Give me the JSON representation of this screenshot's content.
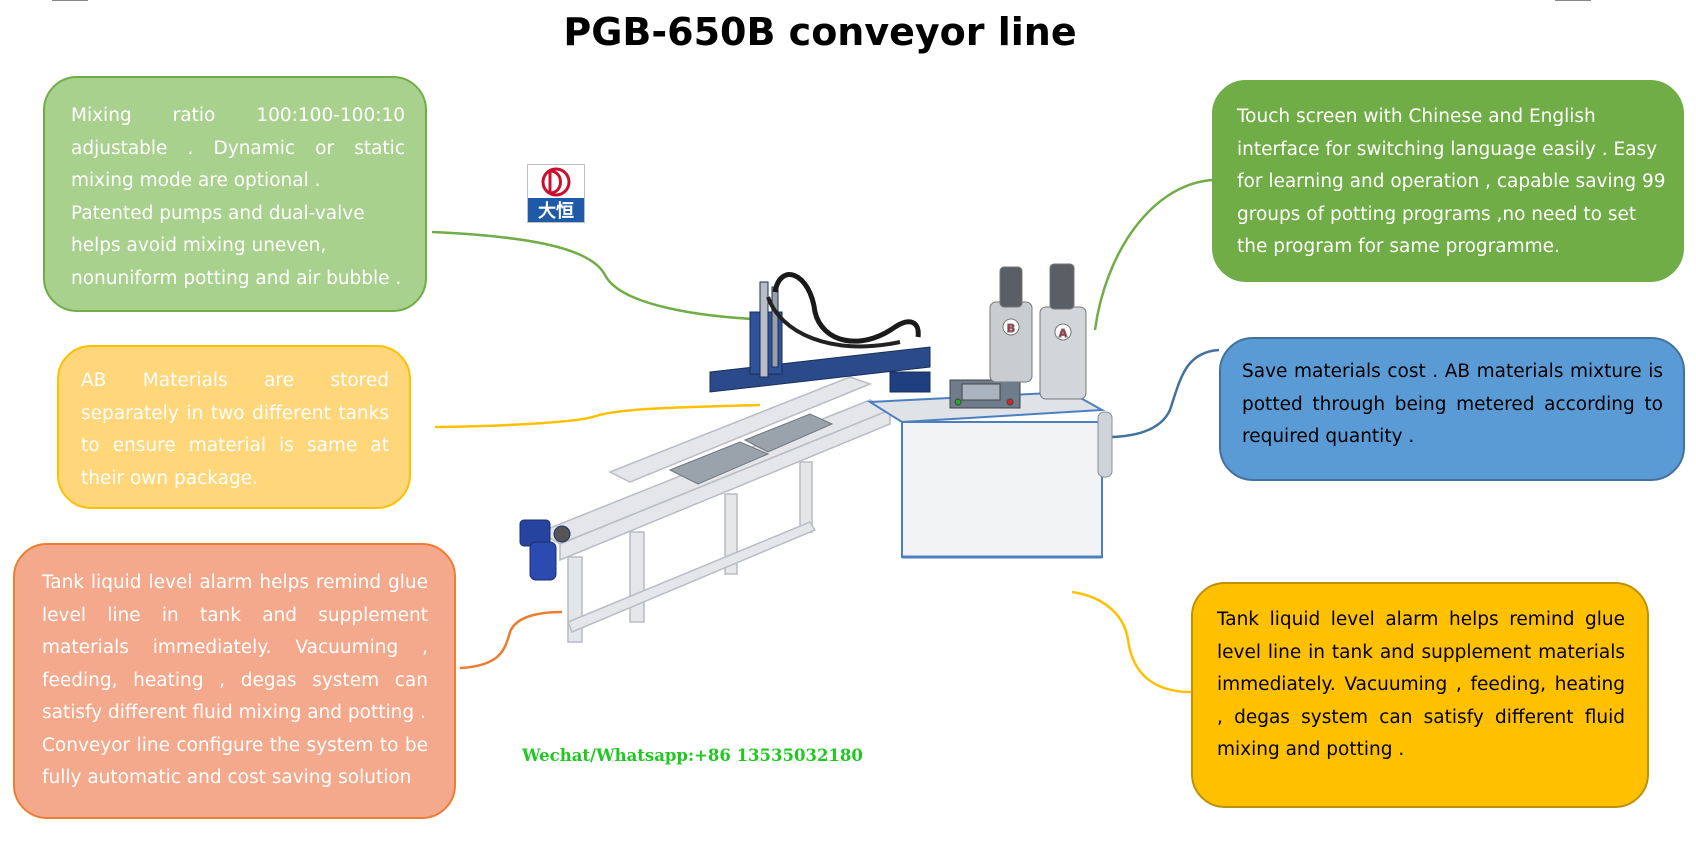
{
  "title": "PGB-650B conveyor line",
  "boxes": {
    "mixing": {
      "line1": "Mixing ratio 100:100-100:10 adjustable . Dynamic or static mixing mode are optional .",
      "line2": "Patented pumps and dual-valve helps avoid mixing uneven, nonuniform potting and air bubble ."
    },
    "ab_materials": {
      "text": "AB Materials are stored separately in two different tanks to ensure material is same at their own package."
    },
    "tank_left": {
      "line1": "Tank liquid level alarm helps remind glue level line in tank and supplement materials immediately. Vacuuming , feeding, heating , degas system can satisfy different fluid mixing and potting .",
      "line2": "Conveyor line configure the system to be fully automatic and cost saving solution"
    },
    "touch_screen": {
      "text": "Touch screen with Chinese and English interface for switching language easily . Easy for learning and operation , capable saving 99 groups of potting programs ,no need to set the program for same programme."
    },
    "save_cost": {
      "text": "Save materials cost . AB materials mixture is potted through being metered according to required quantity ."
    },
    "tank_right": {
      "text": "Tank liquid level alarm helps remind glue level line in tank and supplement materials immediately. Vacuuming , feeding, heating , degas system can satisfy different fluid mixing and potting ."
    }
  },
  "contact": "Wechat/Whatsapp:+86 13535032180",
  "logo_text": "大恒",
  "tank_labels": {
    "b": "B",
    "a": "A"
  },
  "colors": {
    "green_light": "#a9d18e",
    "green_dark": "#70ad47",
    "yellow_light": "#ffd67a",
    "yellow": "#ffc000",
    "orange_light": "#f4a98c",
    "orange": "#ed7d31",
    "blue": "#5b9bd5",
    "blue_border": "#41719c",
    "contact_green": "#22c822",
    "logo_blue": "#1f5aa8",
    "logo_red": "#c8102e"
  }
}
